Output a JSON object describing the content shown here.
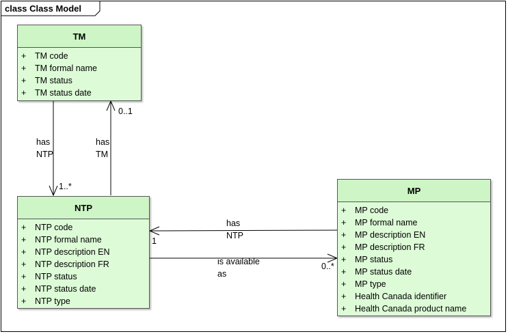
{
  "diagram": {
    "frame_label": "class Class Model"
  },
  "classes": {
    "tm": {
      "name": "TM",
      "attributes": [
        {
          "visibility": "+",
          "name": "TM code"
        },
        {
          "visibility": "+",
          "name": "TM formal name"
        },
        {
          "visibility": "+",
          "name": "TM status"
        },
        {
          "visibility": "+",
          "name": "TM status date"
        }
      ]
    },
    "ntp": {
      "name": "NTP",
      "attributes": [
        {
          "visibility": "+",
          "name": "NTP code"
        },
        {
          "visibility": "+",
          "name": "NTP formal name"
        },
        {
          "visibility": "+",
          "name": "NTP description EN"
        },
        {
          "visibility": "+",
          "name": "NTP description FR"
        },
        {
          "visibility": "+",
          "name": "NTP status"
        },
        {
          "visibility": "+",
          "name": "NTP status date"
        },
        {
          "visibility": "+",
          "name": "NTP type"
        }
      ]
    },
    "mp": {
      "name": "MP",
      "attributes": [
        {
          "visibility": "+",
          "name": "MP code"
        },
        {
          "visibility": "+",
          "name": "MP formal name"
        },
        {
          "visibility": "+",
          "name": "MP description EN"
        },
        {
          "visibility": "+",
          "name": "MP description FR"
        },
        {
          "visibility": "+",
          "name": "MP status"
        },
        {
          "visibility": "+",
          "name": "MP status date"
        },
        {
          "visibility": "+",
          "name": "MP type"
        },
        {
          "visibility": "+",
          "name": "Health Canada identifier"
        },
        {
          "visibility": "+",
          "name": "Health Canada product name"
        }
      ]
    }
  },
  "associations": {
    "tm_has_ntp": {
      "label_line1": "has",
      "label_line2": "NTP",
      "multiplicity": "1..*"
    },
    "ntp_has_tm": {
      "label_line1": "has",
      "label_line2": "TM",
      "multiplicity": "0..1"
    },
    "mp_has_ntp": {
      "label_line1": "has",
      "label_line2": "NTP",
      "multiplicity": "1"
    },
    "ntp_available_as_mp": {
      "label_line1": "is available",
      "label_line2": "as",
      "multiplicity": "0..*"
    }
  }
}
